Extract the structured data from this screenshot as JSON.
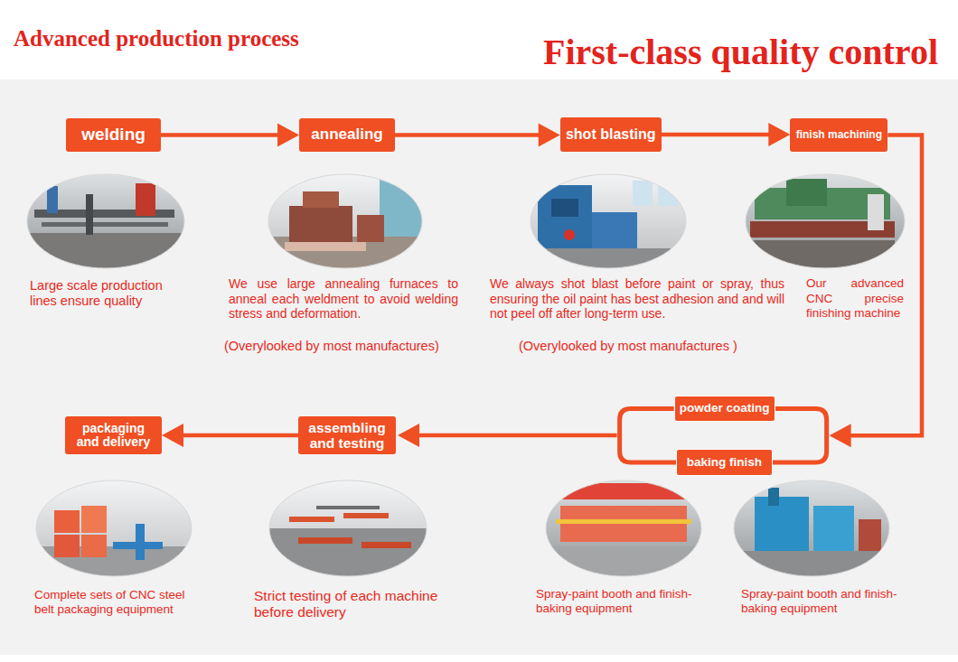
{
  "diagram": {
    "title": "First-class quality control",
    "nodes": [
      {
        "text": [
          "welding"
        ]
      },
      {
        "text": [
          "annealing"
        ]
      },
      {
        "text": [
          "shot blasting"
        ]
      },
      {
        "text": [
          "finish machining"
        ]
      },
      {
        "text": [
          "powder coating"
        ]
      },
      {
        "text": [
          "baking finish"
        ]
      },
      {
        "text": [
          "assembling and testing"
        ]
      },
      {
        "text": [
          "packaging and delivery"
        ]
      }
    ],
    "edges": [
      {
        "from": 0,
        "to": 1,
        "arrow": "to"
      },
      {
        "from": 1,
        "to": 2,
        "arrow": "to"
      },
      {
        "from": 2,
        "to": 3,
        "arrow": "to"
      },
      {
        "from": 3,
        "to": 4,
        "arrow": "to"
      },
      {
        "from": 4,
        "to": 5,
        "arrow": "none"
      },
      {
        "from": 5,
        "to": 6,
        "arrow": "to"
      },
      {
        "from": 6,
        "to": 7,
        "arrow": "to"
      }
    ],
    "labels": [
      "Advanced production process",
      "Large scale production lines ensure quality",
      "We use large annealing furnaces to anneal each weldment to avoid welding stress and deformation.",
      "(Overylooked by most manufactures)",
      "We always shot blast before paint or spray, thus ensuring the oil paint has best adhesion and and will not peel off after long-term use.",
      "(Overylooked by most manufactures )",
      "Our advanced CNC precise finishing machine",
      "Complete sets of CNC steel belt packaging equipment",
      "Strict testing of each machine before delivery",
      "Spray-paint booth and finish-baking equipment",
      "Spray-paint booth and finish-baking equipment"
    ]
  }
}
